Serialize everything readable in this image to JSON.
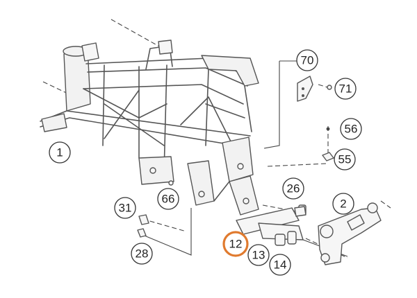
{
  "diagram": {
    "highlight_color": "#e07a2e",
    "line_color": "#444444",
    "callouts": [
      {
        "id": "c70",
        "label": "70"
      },
      {
        "id": "c71",
        "label": "71"
      },
      {
        "id": "c56",
        "label": "56"
      },
      {
        "id": "c55",
        "label": "55"
      },
      {
        "id": "c1",
        "label": "1"
      },
      {
        "id": "c26",
        "label": "26"
      },
      {
        "id": "c66",
        "label": "66"
      },
      {
        "id": "c2",
        "label": "2"
      },
      {
        "id": "c31",
        "label": "31"
      },
      {
        "id": "c12",
        "label": "12",
        "highlighted": true
      },
      {
        "id": "c13",
        "label": "13"
      },
      {
        "id": "c14",
        "label": "14"
      },
      {
        "id": "c28",
        "label": "28"
      }
    ]
  }
}
